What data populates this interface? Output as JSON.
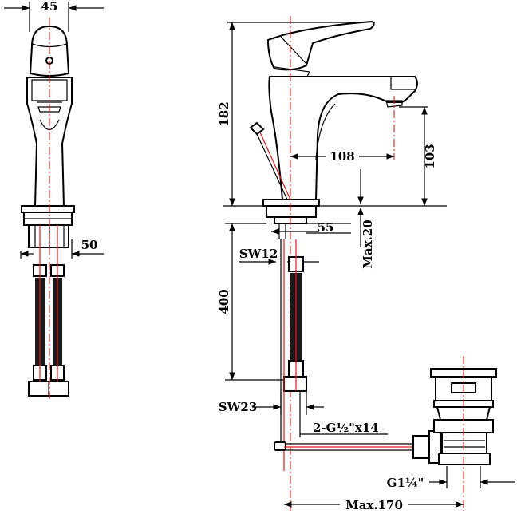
{
  "dimensions": {
    "width_45": "45",
    "width_50": "50",
    "height_182": "182",
    "reach_108": "108",
    "spout_height_103": "103",
    "offset_55": "55",
    "max_20": "Max.20",
    "hose_400": "400",
    "sw12": "SW12",
    "sw23": "SW23",
    "connector": "2-G½\"x14",
    "waste_thread": "G1¼\"",
    "max_170": "Max.170"
  },
  "colors": {
    "line": "#000000",
    "centerline": "#e21b1b"
  }
}
